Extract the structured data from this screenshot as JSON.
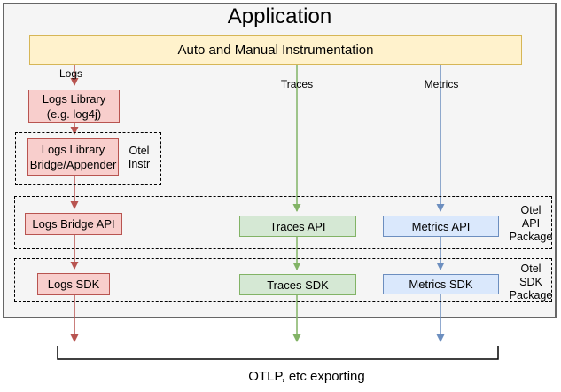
{
  "title": "Application",
  "instrumentation_label": "Auto and Manual Instrumentation",
  "streams": {
    "logs": "Logs",
    "traces": "Traces",
    "metrics": "Metrics"
  },
  "nodes": {
    "logs_library": {
      "line1": "Logs Library",
      "line2": "(e.g. log4j)"
    },
    "logs_bridge_appender": {
      "line1": "Logs Library",
      "line2": "Bridge/Appender"
    },
    "logs_bridge_api": "Logs Bridge API",
    "traces_api": "Traces API",
    "metrics_api": "Metrics API",
    "logs_sdk": "Logs SDK",
    "traces_sdk": "Traces SDK",
    "metrics_sdk": "Metrics SDK"
  },
  "groups": {
    "otel_instr": {
      "line1": "Otel",
      "line2": "Instr"
    },
    "otel_api_package": {
      "line1": "Otel",
      "line2": "API",
      "line3": "Package"
    },
    "otel_sdk_package": {
      "line1": "Otel",
      "line2": "SDK",
      "line3": "Package"
    }
  },
  "footer_label": "OTLP, etc exporting",
  "colors": {
    "app_fill": "#F5F5F5",
    "app_stroke": "#666666",
    "yellow_fill": "#FFF2CC",
    "yellow_stroke": "#D6B656",
    "red_fill": "#F8CECC",
    "red_stroke": "#B85450",
    "green_fill": "#D5E8D4",
    "green_stroke": "#82B366",
    "blue_fill": "#DAE8FC",
    "blue_stroke": "#6C8EBF",
    "bracket_stroke": "#000000"
  }
}
